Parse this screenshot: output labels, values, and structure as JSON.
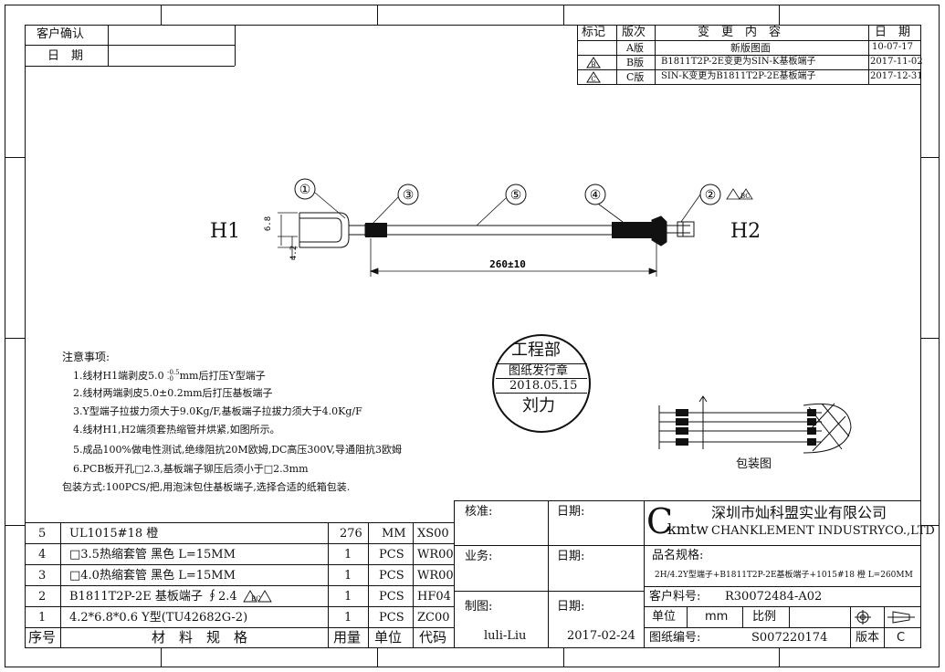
{
  "customer_box": {
    "confirm_label": "客户确认",
    "date_label": "日　期"
  },
  "revision": {
    "headers": [
      "标记",
      "版次",
      "变　更　内　容",
      "日　期"
    ],
    "rows": [
      {
        "mark": "",
        "version": "A版",
        "content": "新版图面",
        "date": "10-07-17"
      },
      {
        "mark": "B",
        "version": "B版",
        "content": "B1811T2P-2E变更为SIN-K基板端子",
        "date": "2017-11-02"
      },
      {
        "mark": "C",
        "version": "C版",
        "content": "SIN-K变更为B1811T2P-2E基板端子",
        "date": "2017-12-31"
      }
    ]
  },
  "drawing": {
    "left_end": "H1",
    "right_end": "H2",
    "callouts": [
      "①",
      "②",
      "③",
      "④",
      "⑤"
    ],
    "callout_marks": "BC",
    "dim_width": "6.8",
    "dim_length": "4.2",
    "dim_total": "260±10"
  },
  "stamp": {
    "dept": "工程部",
    "issue": "图纸发行章",
    "date": "2018.05.15",
    "name": "刘力"
  },
  "notes": {
    "title": "注意事项:",
    "items": [
      "1.线材H1端剥皮5.0 ",
      "2.线材两端剥皮5.0±0.2mm后打压基板端子",
      "3.Y型端子拉拔力须大于9.0Kg/F,基板端子拉拔力须大于4.0Kg/F",
      "4.线材H1,H2端须套热缩管并烘紧,如图所示。",
      "5.成品100%做电性测试,绝缘阻抗20M欧姆,DC高压300V,导通阻抗3欧姆",
      "6.PCB板开孔□2.3,基板端子铆压后须小于□2.3mm"
    ],
    "note1_tol_up": "-0.5",
    "note1_tol_down": "-0",
    "note1_tail": "mm后打压Y型端子",
    "packing": "包装方式:100PCS/把,用泡沫包住基板端子,选择合适的纸箱包装."
  },
  "packing_figure": {
    "label": "包装图"
  },
  "bom": {
    "headers": [
      "序号",
      "材　料　规　格",
      "用量",
      "单位",
      "代码"
    ],
    "rows": [
      {
        "no": "5",
        "spec": "UL1015#18 橙",
        "qty": "276",
        "unit": "MM",
        "code": "XS00"
      },
      {
        "no": "4",
        "spec": "□3.5热缩套管 黑色 L=15MM",
        "qty": "1",
        "unit": "PCS",
        "code": "WR00"
      },
      {
        "no": "3",
        "spec": "□4.0热缩套管 黑色 L=15MM",
        "qty": "1",
        "unit": "PCS",
        "code": "WR00"
      },
      {
        "no": "2",
        "spec": "B1811T2P-2E 基板端子 ∮2.4",
        "qty": "1",
        "unit": "PCS",
        "code": "HF04"
      },
      {
        "no": "1",
        "spec": "4.2*6.8*0.6 Y型(TU42682G-2)",
        "qty": "1",
        "unit": "PCS",
        "code": "ZC00"
      }
    ],
    "row2_marks": "BC"
  },
  "title_block": {
    "review_label": "核准:",
    "review_date_label": "日期:",
    "business_label": "业务:",
    "business_date_label": "日期:",
    "drawn_label": "制图:",
    "drawn_date_label": "日期:",
    "drawn_by": "luli-Liu",
    "drawn_date": "2017-02-24",
    "logo_c": "C",
    "logo_text": "kmtw",
    "company_cn": "深圳市灿科盟实业有限公司",
    "company_en": "CHANKLEMENT INDUSTRYCO.,LTD",
    "product_label": "品名规格:",
    "product_spec": "2H/4.2Y型端子+B1811T2P-2E基板端子+1015#18 橙 L=260MM",
    "part_label": "客户料号:",
    "part_no": "R30072484-A02",
    "unit_label": "单位",
    "unit_value": "mm",
    "scale_label": "比例",
    "drawing_no_label": "图纸编号:",
    "drawing_no": "S007220174",
    "version_label": "版本",
    "version_value": "C"
  }
}
